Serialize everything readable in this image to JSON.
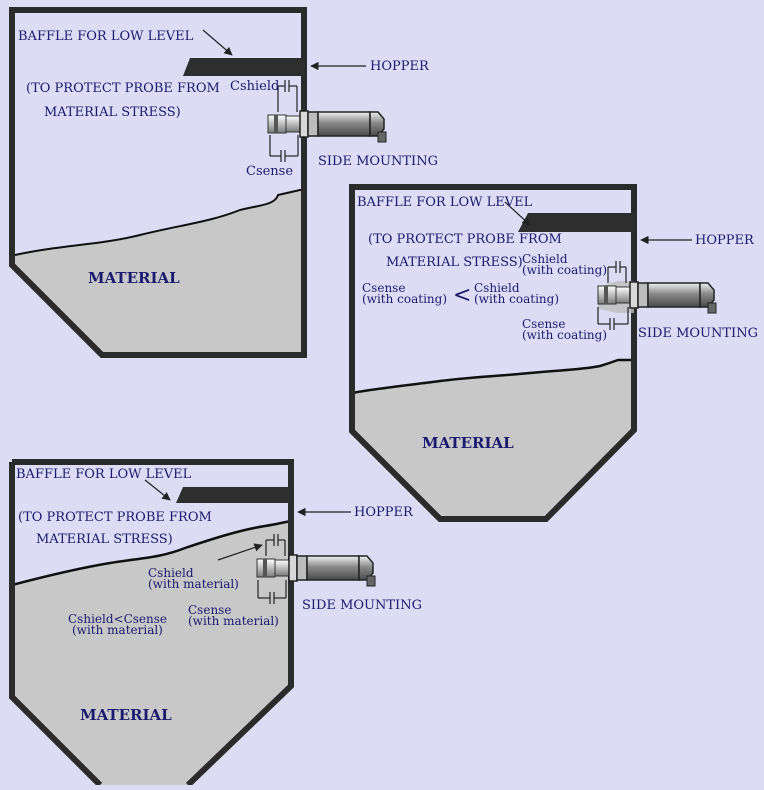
{
  "colors": {
    "background": "#dcdcf5",
    "wall": "#2b2b2b",
    "material": "#c8c8c8",
    "label": "#1a1a6e",
    "baffle": "#2e2e2e"
  },
  "panel_a": {
    "baffle_label": "BAFFLE FOR LOW LEVEL",
    "protect_line1": "(TO PROTECT PROBE FROM",
    "protect_line2": "MATERIAL STRESS)",
    "hopper": "HOPPER",
    "cshield": "Cshield",
    "csense": "Csense",
    "side_mounting": "SIDE MOUNTING",
    "material": "MATERIAL"
  },
  "panel_b": {
    "baffle_label": "BAFFLE FOR LOW LEVEL",
    "protect_line1": "(TO PROTECT PROBE FROM",
    "protect_line2": "MATERIAL STRESS)",
    "hopper": "HOPPER",
    "cshield_line1": "Cshield",
    "cshield_line2": "(with coating)",
    "compare_left_line1": "Csense",
    "compare_left_line2": "(with coating)",
    "compare_symbol": "<",
    "compare_right_line1": "Cshield",
    "compare_right_line2": "(with coating)",
    "csense_line1": "Csense",
    "csense_line2": "(with coating)",
    "side_mounting": "SIDE MOUNTING",
    "material": "MATERIAL"
  },
  "panel_c": {
    "baffle_label": "BAFFLE FOR LOW LEVEL",
    "protect_line1": "(TO PROTECT PROBE FROM",
    "protect_line2": "MATERIAL STRESS)",
    "hopper": "HOPPER",
    "cshield_line1": "Cshield",
    "cshield_line2": "(with material)",
    "compare_line1": "Cshield<Csense",
    "compare_line2": "(with material)",
    "csense_line1": "Csense",
    "csense_line2": "(with material)",
    "side_mounting": "SIDE MOUNTING",
    "material": "MATERIAL"
  }
}
